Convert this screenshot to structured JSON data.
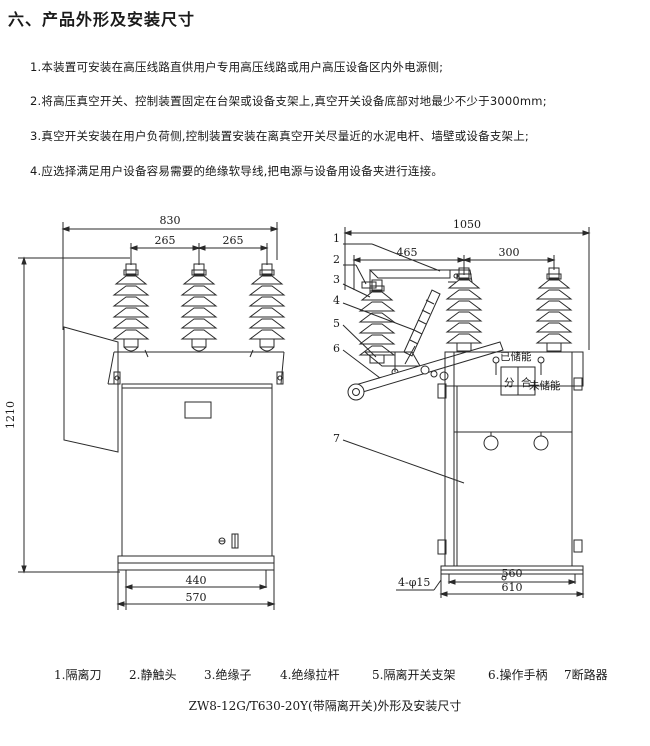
{
  "section": {
    "title": "六、产品外形及安装尺寸"
  },
  "notes": [
    "1.本装置可安装在高压线路直供用户专用高压线路或用户高压设备区内外电源侧;",
    "2.将高压真空开关、控制装置固定在台架或设备支架上,真空开关设备底部对地最少不少于3000mm;",
    "3.真空开关安装在用户负荷侧,控制装置安装在离真空开关尽量近的水泥电杆、墙壁或设备支架上;",
    "4.应选择满足用户设备容易需要的绝缘软导线,把电源与设备用设备夹进行连接。"
  ],
  "front_view": {
    "dim_width": "830",
    "dim_left_pitch": "265",
    "dim_right_pitch": "265",
    "dim_height": "1210",
    "dim_base_inner": "440",
    "dim_base_outer": "570"
  },
  "side_view": {
    "dim_width": "1050",
    "dim_upper_left": "465",
    "dim_upper_right": "300",
    "dim_base_inner": "560",
    "dim_base_outer": "610",
    "holes": "4-φ15",
    "callouts": [
      "1",
      "2",
      "3",
      "4",
      "5",
      "6",
      "7"
    ],
    "label_stored": "已储能",
    "label_not_stored": "未储能",
    "label_open": "分",
    "label_close": "合"
  },
  "legend": [
    "1.隔离刀",
    "2.静触头",
    "3.绝缘子",
    "4.绝缘拉杆",
    "5.隔离开关支架",
    "6.操作手柄",
    "7断路器"
  ],
  "caption": "ZW8-12G/T630-20Y(带隔离开关)外形及安装尺寸",
  "colors": {
    "line": "#2a2a2a",
    "text": "#1a1a1a",
    "background": "#ffffff"
  }
}
